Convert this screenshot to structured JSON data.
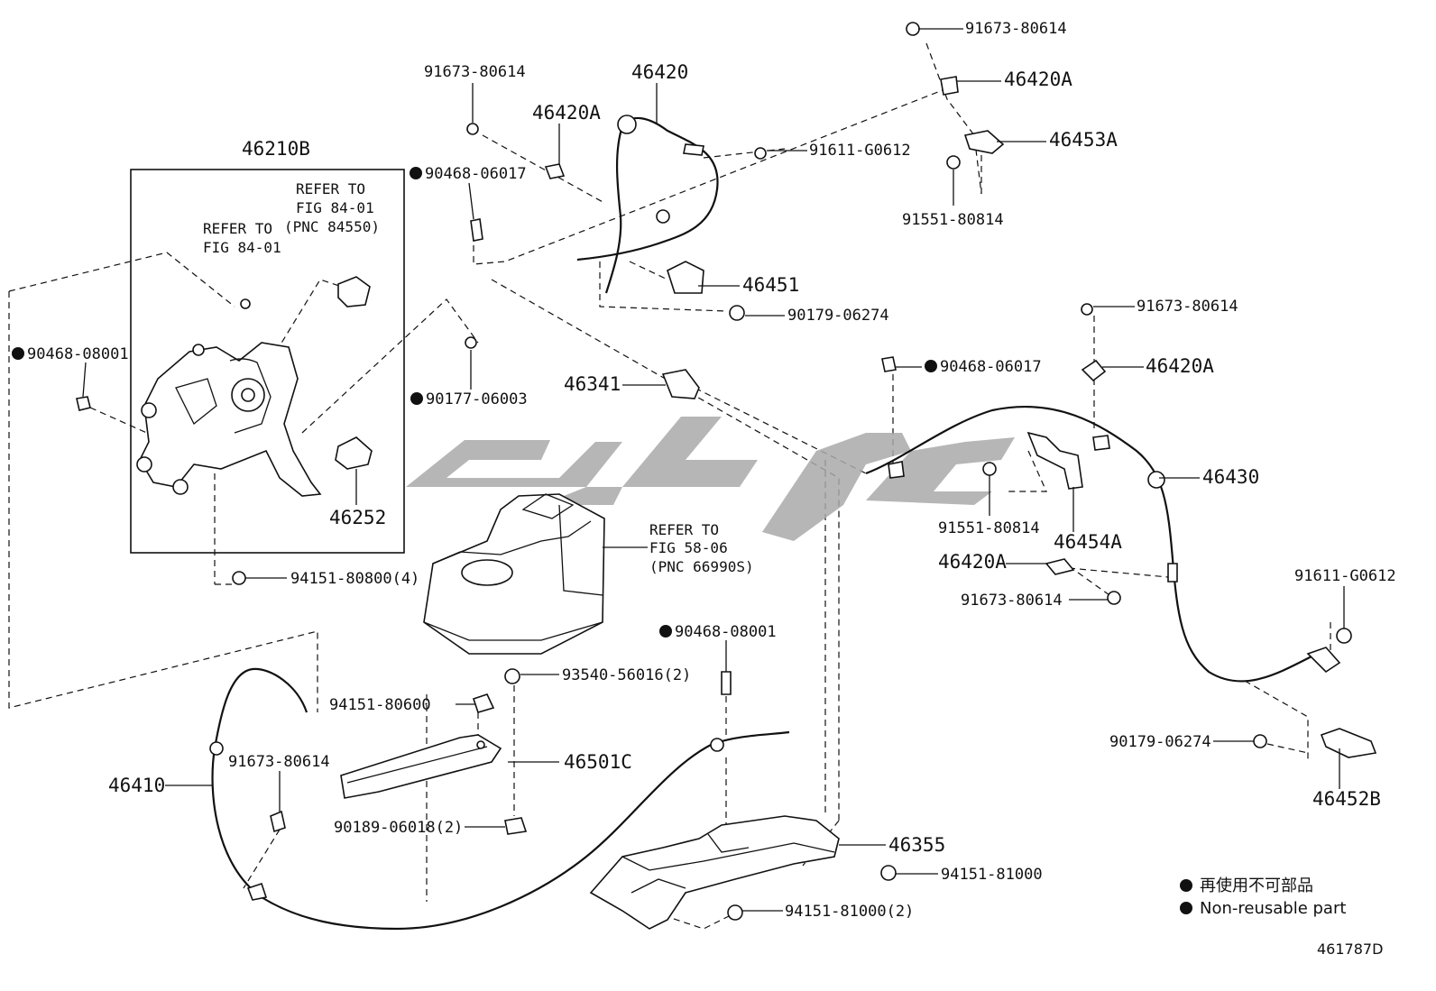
{
  "figure_id": "461787D",
  "legend": {
    "symbol": "●",
    "text_jp": "再使用不可部品",
    "text_en": "Non-reusable part"
  },
  "watermark_text": "كيكي",
  "callouts": [
    {
      "id": "c1",
      "text": "91673-80614",
      "nonreusable": false
    },
    {
      "id": "c2",
      "text": "46420A",
      "nonreusable": false
    },
    {
      "id": "c3",
      "text": "46453A",
      "nonreusable": false
    },
    {
      "id": "c4",
      "text": "91611-G0612",
      "nonreusable": false
    },
    {
      "id": "c5",
      "text": "91551-80814",
      "nonreusable": false
    },
    {
      "id": "c6",
      "text": "46420",
      "nonreusable": false
    },
    {
      "id": "c7",
      "text": "91673-80614",
      "nonreusable": false
    },
    {
      "id": "c8",
      "text": "46420A",
      "nonreusable": false
    },
    {
      "id": "c9",
      "text": "90468-06017",
      "nonreusable": true
    },
    {
      "id": "c10",
      "text": "46210B",
      "nonreusable": false
    },
    {
      "id": "c11",
      "text": "46451",
      "nonreusable": false
    },
    {
      "id": "c12",
      "text": "90179-06274",
      "nonreusable": false
    },
    {
      "id": "c13",
      "text": "91673-80614",
      "nonreusable": false
    },
    {
      "id": "c14",
      "text": "90468-06017",
      "nonreusable": true
    },
    {
      "id": "c15",
      "text": "46420A",
      "nonreusable": false
    },
    {
      "id": "c16",
      "text": "90468-08001",
      "nonreusable": true
    },
    {
      "id": "c17",
      "text": "90177-06003",
      "nonreusable": true
    },
    {
      "id": "c18",
      "text": "46341",
      "nonreusable": false
    },
    {
      "id": "c19",
      "text": "46430",
      "nonreusable": false
    },
    {
      "id": "c20",
      "text": "46252",
      "nonreusable": false
    },
    {
      "id": "c21",
      "text": "91551-80814",
      "nonreusable": false
    },
    {
      "id": "c22",
      "text": "46454A",
      "nonreusable": false
    },
    {
      "id": "c23",
      "text": "46420A",
      "nonreusable": false
    },
    {
      "id": "c24",
      "text": "91611-G0612",
      "nonreusable": false
    },
    {
      "id": "c25",
      "text": "91673-80614",
      "nonreusable": false
    },
    {
      "id": "c26",
      "text": "94151-80800(4)",
      "nonreusable": false
    },
    {
      "id": "c27",
      "text": "90468-08001",
      "nonreusable": true
    },
    {
      "id": "c28",
      "text": "93540-56016(2)",
      "nonreusable": false
    },
    {
      "id": "c29",
      "text": "94151-80600",
      "nonreusable": false
    },
    {
      "id": "c30",
      "text": "91673-80614",
      "nonreusable": false
    },
    {
      "id": "c31",
      "text": "46501C",
      "nonreusable": false
    },
    {
      "id": "c32",
      "text": "46410",
      "nonreusable": false
    },
    {
      "id": "c33",
      "text": "90179-06274",
      "nonreusable": false
    },
    {
      "id": "c34",
      "text": "46452B",
      "nonreusable": false
    },
    {
      "id": "c35",
      "text": "90189-06018(2)",
      "nonreusable": false
    },
    {
      "id": "c36",
      "text": "46355",
      "nonreusable": false
    },
    {
      "id": "c37",
      "text": "94151-81000",
      "nonreusable": false
    },
    {
      "id": "c38",
      "text": "94151-81000(2)",
      "nonreusable": false
    }
  ],
  "notes": [
    {
      "id": "n1",
      "lines": [
        "REFER TO",
        "FIG 84-01",
        "(PNC 84550)"
      ]
    },
    {
      "id": "n2",
      "lines": [
        "REFER TO",
        "FIG 84-01"
      ]
    },
    {
      "id": "n3",
      "lines": [
        "REFER TO",
        "FIG 58-06",
        "(PNC 66990S)"
      ]
    }
  ]
}
